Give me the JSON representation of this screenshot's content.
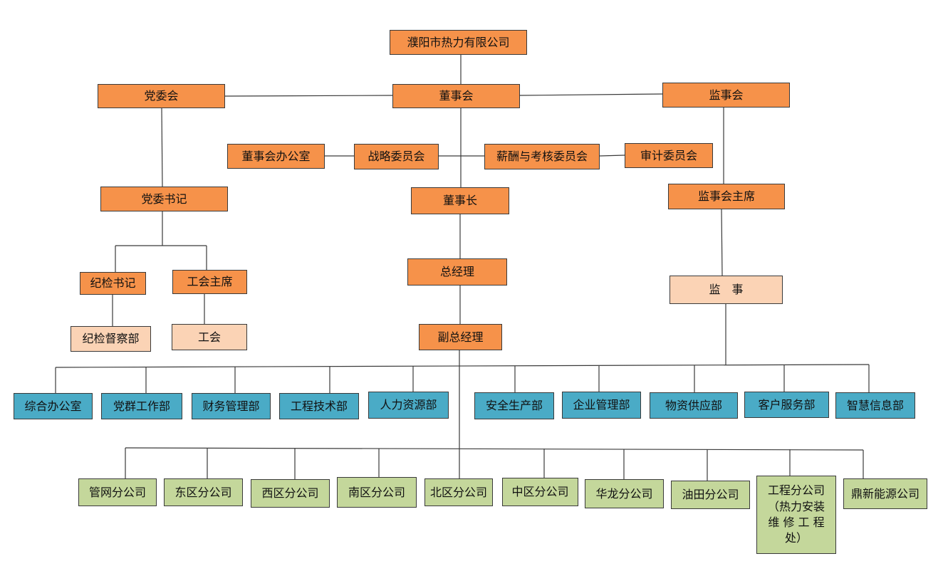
{
  "colors": {
    "orange": "#f6924a",
    "peach": "#fbd3b5",
    "blue": "#4aabc6",
    "green": "#c4d79b",
    "line": "#3a3a3a"
  },
  "top": {
    "company": "濮阳市热力有限公司"
  },
  "governance": {
    "party_committee": "党委会",
    "board": "董事会",
    "supervisory_board": "监事会"
  },
  "committees": {
    "board_office": "董事会办公室",
    "strategy": "战略委员会",
    "compensation": "薪酬与考核委员会",
    "audit": "审计委员会"
  },
  "party": {
    "secretary": "党委书记",
    "discipline_secretary": "纪检书记",
    "union_chair": "工会主席",
    "discipline_dept": "纪检督察部",
    "union": "工会"
  },
  "executive": {
    "chairman": "董事长",
    "general_manager": "总经理",
    "deputy_gm": "副总经理"
  },
  "supervision": {
    "chair": "监事会主席",
    "supervisor": "监　事"
  },
  "departments": [
    "综合办公室",
    "党群工作部",
    "财务管理部",
    "工程技术部",
    "人力资源部",
    "安全生产部",
    "企业管理部",
    "物资供应部",
    "客户服务部",
    "智慧信息部"
  ],
  "branches": [
    "管网分公司",
    "东区分公司",
    "西区分公司",
    "南区分公司",
    "北区分公司",
    "中区分公司",
    "华龙分公司",
    "油田分公司",
    "工程分公司\n（热力安装\n维 修 工 程\n处）",
    "鼎新能源公司"
  ]
}
